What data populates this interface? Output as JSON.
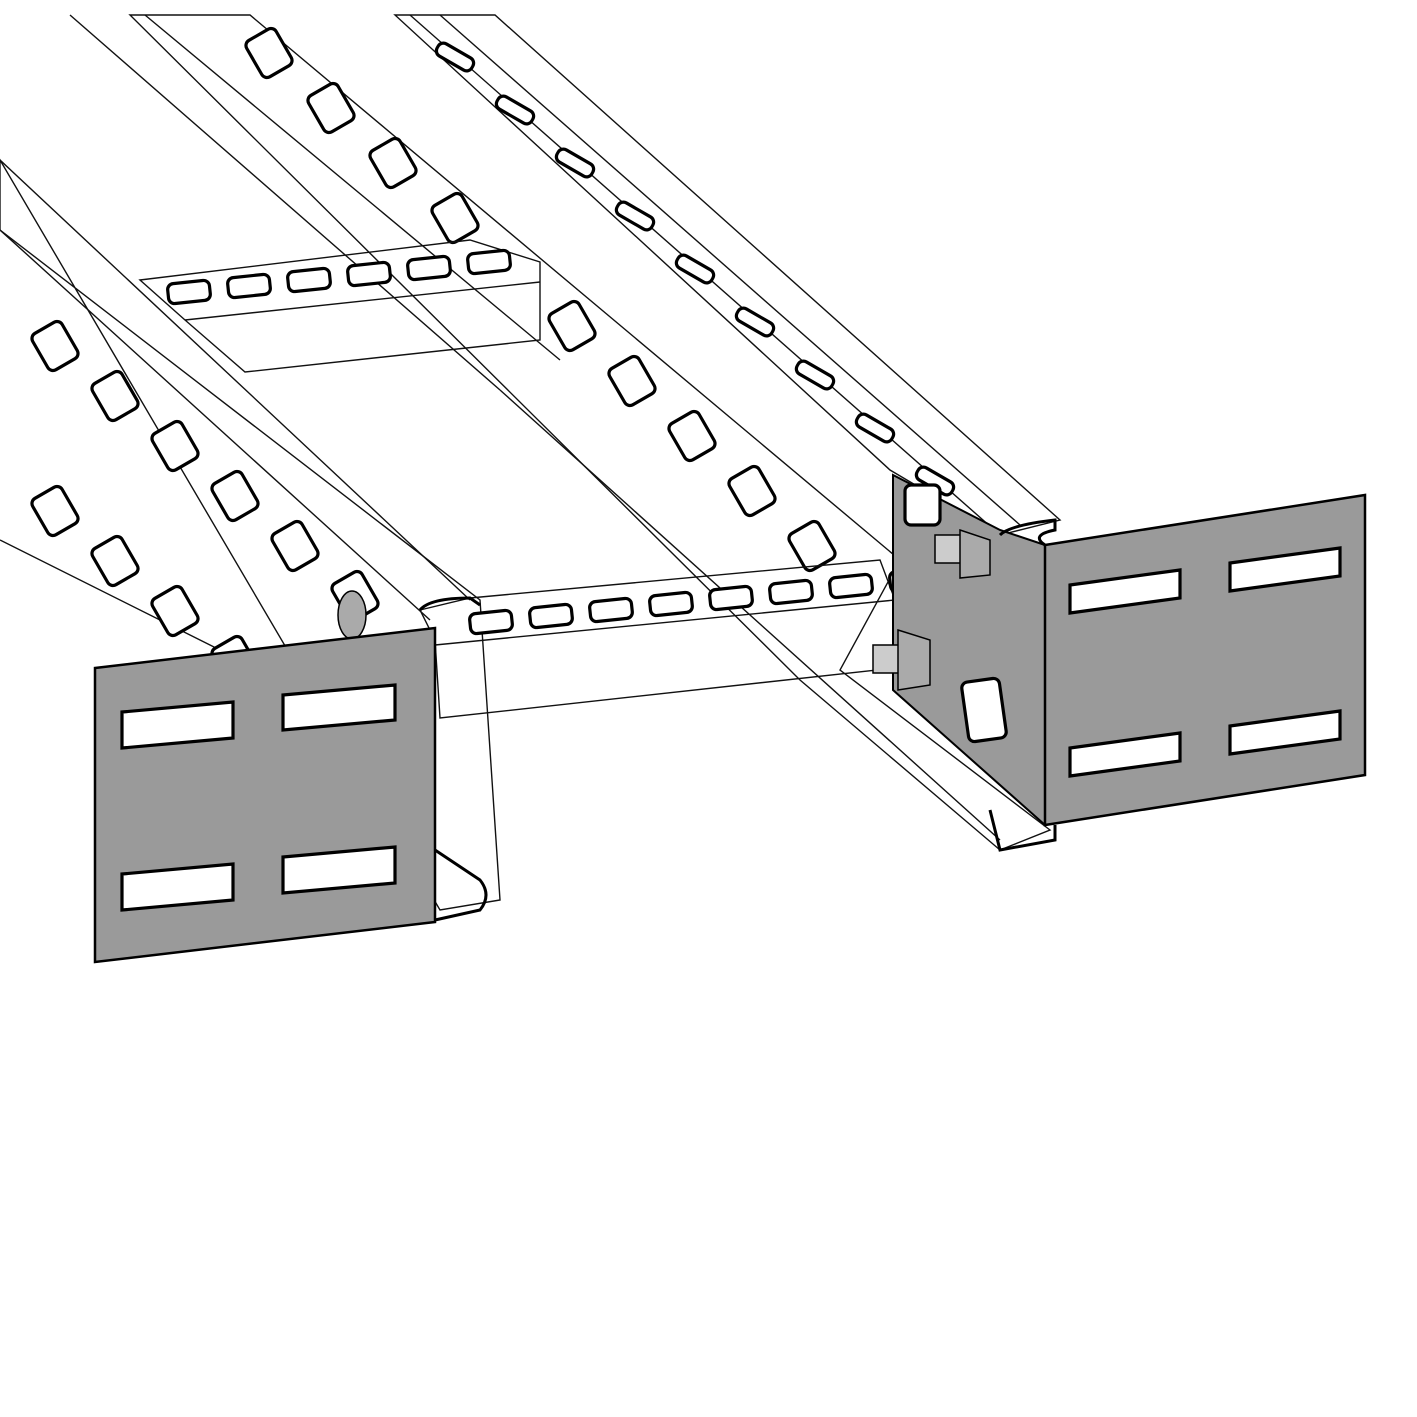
{
  "colors": {
    "background": "#ffffff",
    "line": "#111111",
    "plate": "#9a9a9a",
    "rail": "#f4f4f4",
    "bolt": "#b8b8b8"
  },
  "illustration": {
    "left_rung_slots": 6,
    "front_rung_slots": 8,
    "plate_slots_per_plate": 4
  }
}
